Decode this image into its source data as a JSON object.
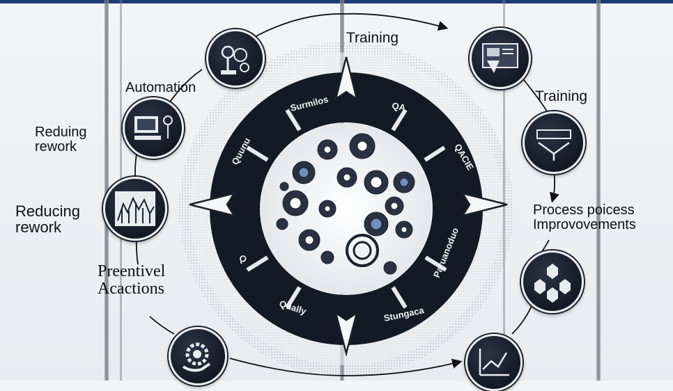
{
  "diagram": {
    "top_title": "Training",
    "outer_labels": {
      "automation": "Automation",
      "reducing_rework_1": [
        "Reduing",
        "rework"
      ],
      "reducing_rework_2": [
        "Reducing",
        "rework"
      ],
      "preventive_actions": [
        "Preentivel",
        "Acactions"
      ],
      "training_right": "Training",
      "process_improvements": [
        "Process poicess",
        "Improvovements"
      ]
    },
    "ring_segments": {
      "top_left": "Surmilos",
      "top_right": "QA",
      "right_upper": "QACIE",
      "right_lower": "Paruanoduo",
      "bottom_right": "Stungaca",
      "bottom_left": "Qually",
      "left_lower": "Q",
      "left_upper": "Quunu"
    },
    "colors": {
      "ring": "#141a25",
      "halo": "#d5d8de",
      "accent": "#1f3b73",
      "node_fill": "#1b2230"
    },
    "node_icons": [
      "tools-icon",
      "monitor-icon",
      "bar-chart-icon",
      "gear-hand-icon",
      "dashboard-icon",
      "funnel-icon",
      "hexagon-network-icon",
      "line-chart-icon"
    ]
  }
}
